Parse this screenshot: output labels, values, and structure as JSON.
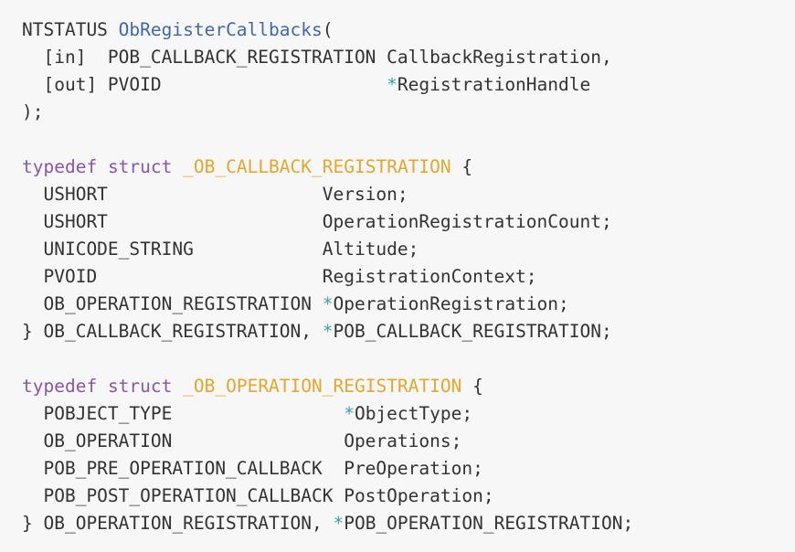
{
  "colors": {
    "background": "#f7f7f7",
    "text": "#333333",
    "function_name": "#3f69a8",
    "keyword": "#8a56a8",
    "type_name": "#e0a82e",
    "pointer": "#3aa0a8"
  },
  "lines": [
    [
      {
        "t": "NTSTATUS ",
        "c": ""
      },
      {
        "t": "ObRegisterCallbacks",
        "c": "fn"
      },
      {
        "t": "(",
        "c": ""
      }
    ],
    [
      {
        "t": "  [in]  POB_CALLBACK_REGISTRATION CallbackRegistration,",
        "c": ""
      }
    ],
    [
      {
        "t": "  [out] PVOID                     ",
        "c": ""
      },
      {
        "t": "*",
        "c": "ptr"
      },
      {
        "t": "RegistrationHandle",
        "c": ""
      }
    ],
    [
      {
        "t": ");",
        "c": ""
      }
    ],
    [],
    [
      {
        "t": "typedef",
        "c": "kw"
      },
      {
        "t": " ",
        "c": ""
      },
      {
        "t": "struct",
        "c": "kw"
      },
      {
        "t": " ",
        "c": ""
      },
      {
        "t": "_OB_CALLBACK_REGISTRATION",
        "c": "tn"
      },
      {
        "t": " {",
        "c": ""
      }
    ],
    [
      {
        "t": "  USHORT                    Version;",
        "c": ""
      }
    ],
    [
      {
        "t": "  USHORT                    OperationRegistrationCount;",
        "c": ""
      }
    ],
    [
      {
        "t": "  UNICODE_STRING            Altitude;",
        "c": ""
      }
    ],
    [
      {
        "t": "  PVOID                     RegistrationContext;",
        "c": ""
      }
    ],
    [
      {
        "t": "  OB_OPERATION_REGISTRATION ",
        "c": ""
      },
      {
        "t": "*",
        "c": "ptr"
      },
      {
        "t": "OperationRegistration;",
        "c": ""
      }
    ],
    [
      {
        "t": "} OB_CALLBACK_REGISTRATION, ",
        "c": ""
      },
      {
        "t": "*",
        "c": "ptr"
      },
      {
        "t": "POB_CALLBACK_REGISTRATION;",
        "c": ""
      }
    ],
    [],
    [
      {
        "t": "typedef",
        "c": "kw"
      },
      {
        "t": " ",
        "c": ""
      },
      {
        "t": "struct",
        "c": "kw"
      },
      {
        "t": " ",
        "c": ""
      },
      {
        "t": "_OB_OPERATION_REGISTRATION",
        "c": "tn"
      },
      {
        "t": " {",
        "c": ""
      }
    ],
    [
      {
        "t": "  POBJECT_TYPE                ",
        "c": ""
      },
      {
        "t": "*",
        "c": "ptr"
      },
      {
        "t": "ObjectType;",
        "c": ""
      }
    ],
    [
      {
        "t": "  OB_OPERATION                Operations;",
        "c": ""
      }
    ],
    [
      {
        "t": "  POB_PRE_OPERATION_CALLBACK  PreOperation;",
        "c": ""
      }
    ],
    [
      {
        "t": "  POB_POST_OPERATION_CALLBACK PostOperation;",
        "c": ""
      }
    ],
    [
      {
        "t": "} OB_OPERATION_REGISTRATION, ",
        "c": ""
      },
      {
        "t": "*",
        "c": "ptr"
      },
      {
        "t": "POB_OPERATION_REGISTRATION;",
        "c": ""
      }
    ]
  ]
}
